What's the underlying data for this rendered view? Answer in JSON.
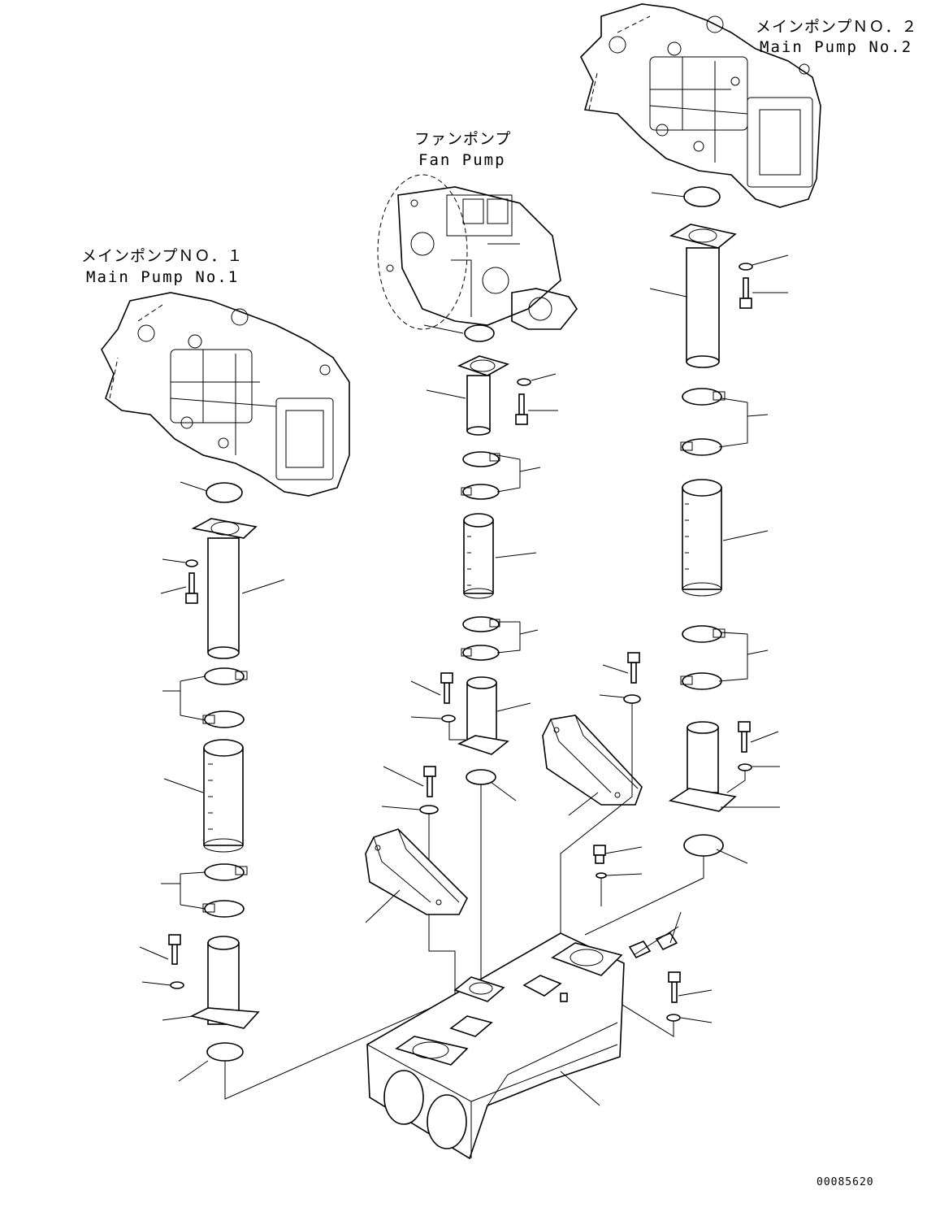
{
  "labels": {
    "main_pump_2_jp": "メインポンプＮＯ．２",
    "main_pump_2_en": "Main Pump No.2",
    "fan_pump_jp": "ファンポンプ",
    "fan_pump_en": "Fan Pump",
    "main_pump_1_jp": "メインポンプＮＯ．１",
    "main_pump_1_en": "Main Pump No.1"
  },
  "doc_number": "00085620"
}
